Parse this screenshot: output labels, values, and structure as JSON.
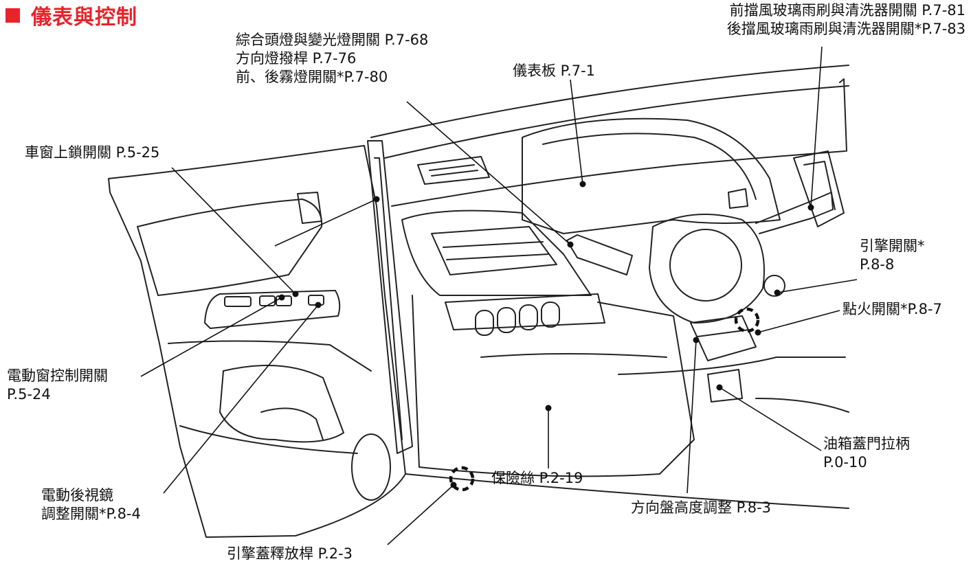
{
  "title": "儀表與控制",
  "accent_color": "#e8232a",
  "labels": {
    "combo_switch": [
      "綜合頭燈與變光燈開關 P.7-68",
      "方向燈撥桿 P.7-76",
      "前、後霧燈開關*P.7-80"
    ],
    "wiper": [
      "前擋風玻璃雨刷與清洗器開關 P.7-81",
      "後擋風玻璃雨刷與清洗器開關*P.7-83"
    ],
    "meter": "儀表板 P.7-1",
    "window_lock": "車窗上鎖開關 P.5-25",
    "engine_switch": [
      "引擎開關*",
      "P.8-8"
    ],
    "ignition": "點火開關*P.8-7",
    "power_window": [
      "電動窗控制開關",
      "P.5-24"
    ],
    "fuel_lid": [
      "油箱蓋門拉柄",
      "P.0-10"
    ],
    "mirror": [
      "電動後視鏡",
      "調整開關*P.8-4"
    ],
    "fuse": "保險絲 P.2-19",
    "steering_tilt": "方向盤高度調整 P.8-3",
    "hood_release": "引擎蓋釋放桿 P.2-3"
  }
}
